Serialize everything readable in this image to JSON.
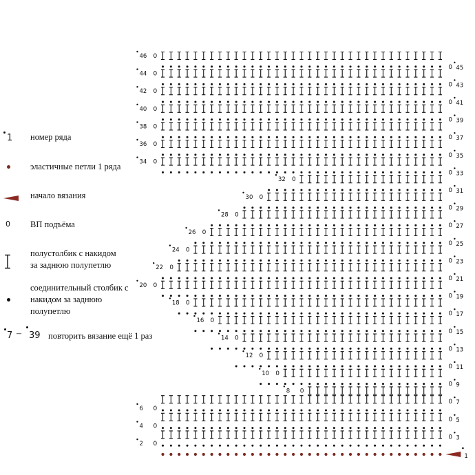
{
  "legend": {
    "row_number": {
      "symbol": "1",
      "text": "номер ряда"
    },
    "elastic": {
      "text": "эластичные петли 1 ряда"
    },
    "start": {
      "text": "начало вязания"
    },
    "ch": {
      "symbol": "0",
      "text": "ВП подъёма"
    },
    "hdc": {
      "text": "полустолбик с накидом\nза заднюю полупетлю"
    },
    "sl": {
      "text": "соединительный столбик с\nнакидом за заднюю\nполупетлю"
    },
    "repeat": {
      "from": "7",
      "dash": "–",
      "to": "39",
      "text": "повторить вязание ещё 1 раз"
    }
  },
  "chart": {
    "stitch_columns": 35,
    "row_1": {
      "label": "1",
      "stitch": "elastic",
      "count": 35
    },
    "rows": [
      {
        "n": "2",
        "side": "left",
        "start": 0,
        "stitch": "sl"
      },
      {
        "n": "3",
        "side": "right",
        "start": 0,
        "stitch": "hdc"
      },
      {
        "n": "4",
        "side": "left",
        "start": 0,
        "stitch": "sl"
      },
      {
        "n": "5",
        "side": "right",
        "start": 0,
        "stitch": "hdc"
      },
      {
        "n": "6",
        "side": "left",
        "start": 0,
        "stitch": "sl"
      },
      {
        "n": "7",
        "side": "right",
        "start": 0,
        "stitch": "hdc"
      },
      {
        "n": "8",
        "side": "left",
        "start": 18,
        "stitch": "hdc"
      },
      {
        "n": "9",
        "side": "right",
        "start": 12,
        "stitch": "sl"
      },
      {
        "n": "10",
        "side": "left",
        "start": 15,
        "stitch": "hdc"
      },
      {
        "n": "11",
        "side": "right",
        "start": 9,
        "stitch": "sl"
      },
      {
        "n": "12",
        "side": "left",
        "start": 13,
        "stitch": "hdc"
      },
      {
        "n": "13",
        "side": "right",
        "start": 6,
        "stitch": "sl"
      },
      {
        "n": "14",
        "side": "left",
        "start": 10,
        "stitch": "hdc"
      },
      {
        "n": "15",
        "side": "right",
        "start": 4,
        "stitch": "sl"
      },
      {
        "n": "16",
        "side": "left",
        "start": 7,
        "stitch": "hdc"
      },
      {
        "n": "17",
        "side": "right",
        "start": 2,
        "stitch": "sl"
      },
      {
        "n": "18",
        "side": "left",
        "start": 4,
        "stitch": "hdc"
      },
      {
        "n": "19",
        "side": "right",
        "start": 0,
        "stitch": "sl"
      },
      {
        "n": "20",
        "side": "left",
        "start": 0,
        "stitch": "hdc"
      },
      {
        "n": "21",
        "side": "right",
        "start": 0,
        "stitch": "sl"
      },
      {
        "n": "22",
        "side": "left",
        "start": 2,
        "stitch": "hdc"
      },
      {
        "n": "23",
        "side": "right",
        "start": 2,
        "stitch": "sl"
      },
      {
        "n": "24",
        "side": "left",
        "start": 4,
        "stitch": "hdc"
      },
      {
        "n": "25",
        "side": "right",
        "start": 4,
        "stitch": "sl"
      },
      {
        "n": "26",
        "side": "left",
        "start": 6,
        "stitch": "hdc"
      },
      {
        "n": "27",
        "side": "right",
        "start": 6,
        "stitch": "sl"
      },
      {
        "n": "28",
        "side": "left",
        "start": 10,
        "stitch": "hdc"
      },
      {
        "n": "29",
        "side": "right",
        "start": 10,
        "stitch": "sl"
      },
      {
        "n": "30",
        "side": "left",
        "start": 13,
        "stitch": "hdc"
      },
      {
        "n": "31",
        "side": "right",
        "start": 13,
        "stitch": "sl"
      },
      {
        "n": "32",
        "side": "left",
        "start": 17,
        "stitch": "hdc"
      },
      {
        "n": "33",
        "side": "right",
        "start": 0,
        "stitch": "sl"
      },
      {
        "n": "34",
        "side": "left",
        "start": 0,
        "stitch": "hdc"
      },
      {
        "n": "35",
        "side": "right",
        "start": 0,
        "stitch": "sl"
      },
      {
        "n": "36",
        "side": "left",
        "start": 0,
        "stitch": "hdc"
      },
      {
        "n": "37",
        "side": "right",
        "start": 0,
        "stitch": "sl"
      },
      {
        "n": "38",
        "side": "left",
        "start": 0,
        "stitch": "hdc"
      },
      {
        "n": "39",
        "side": "right",
        "start": 0,
        "stitch": "sl"
      },
      {
        "n": "40",
        "side": "left",
        "start": 0,
        "stitch": "hdc"
      },
      {
        "n": "41",
        "side": "right",
        "start": 0,
        "stitch": "sl"
      },
      {
        "n": "42",
        "side": "left",
        "start": 0,
        "stitch": "hdc"
      },
      {
        "n": "43",
        "side": "right",
        "start": 0,
        "stitch": "sl"
      },
      {
        "n": "44",
        "side": "left",
        "start": 0,
        "stitch": "hdc"
      },
      {
        "n": "45",
        "side": "right",
        "start": 0,
        "stitch": "sl"
      },
      {
        "n": "46",
        "side": "left",
        "start": 0,
        "stitch": "hdc"
      }
    ]
  },
  "colors": {
    "ink": "#111111",
    "elastic": "#7a2a22",
    "start_marker": "#8b2a22"
  }
}
